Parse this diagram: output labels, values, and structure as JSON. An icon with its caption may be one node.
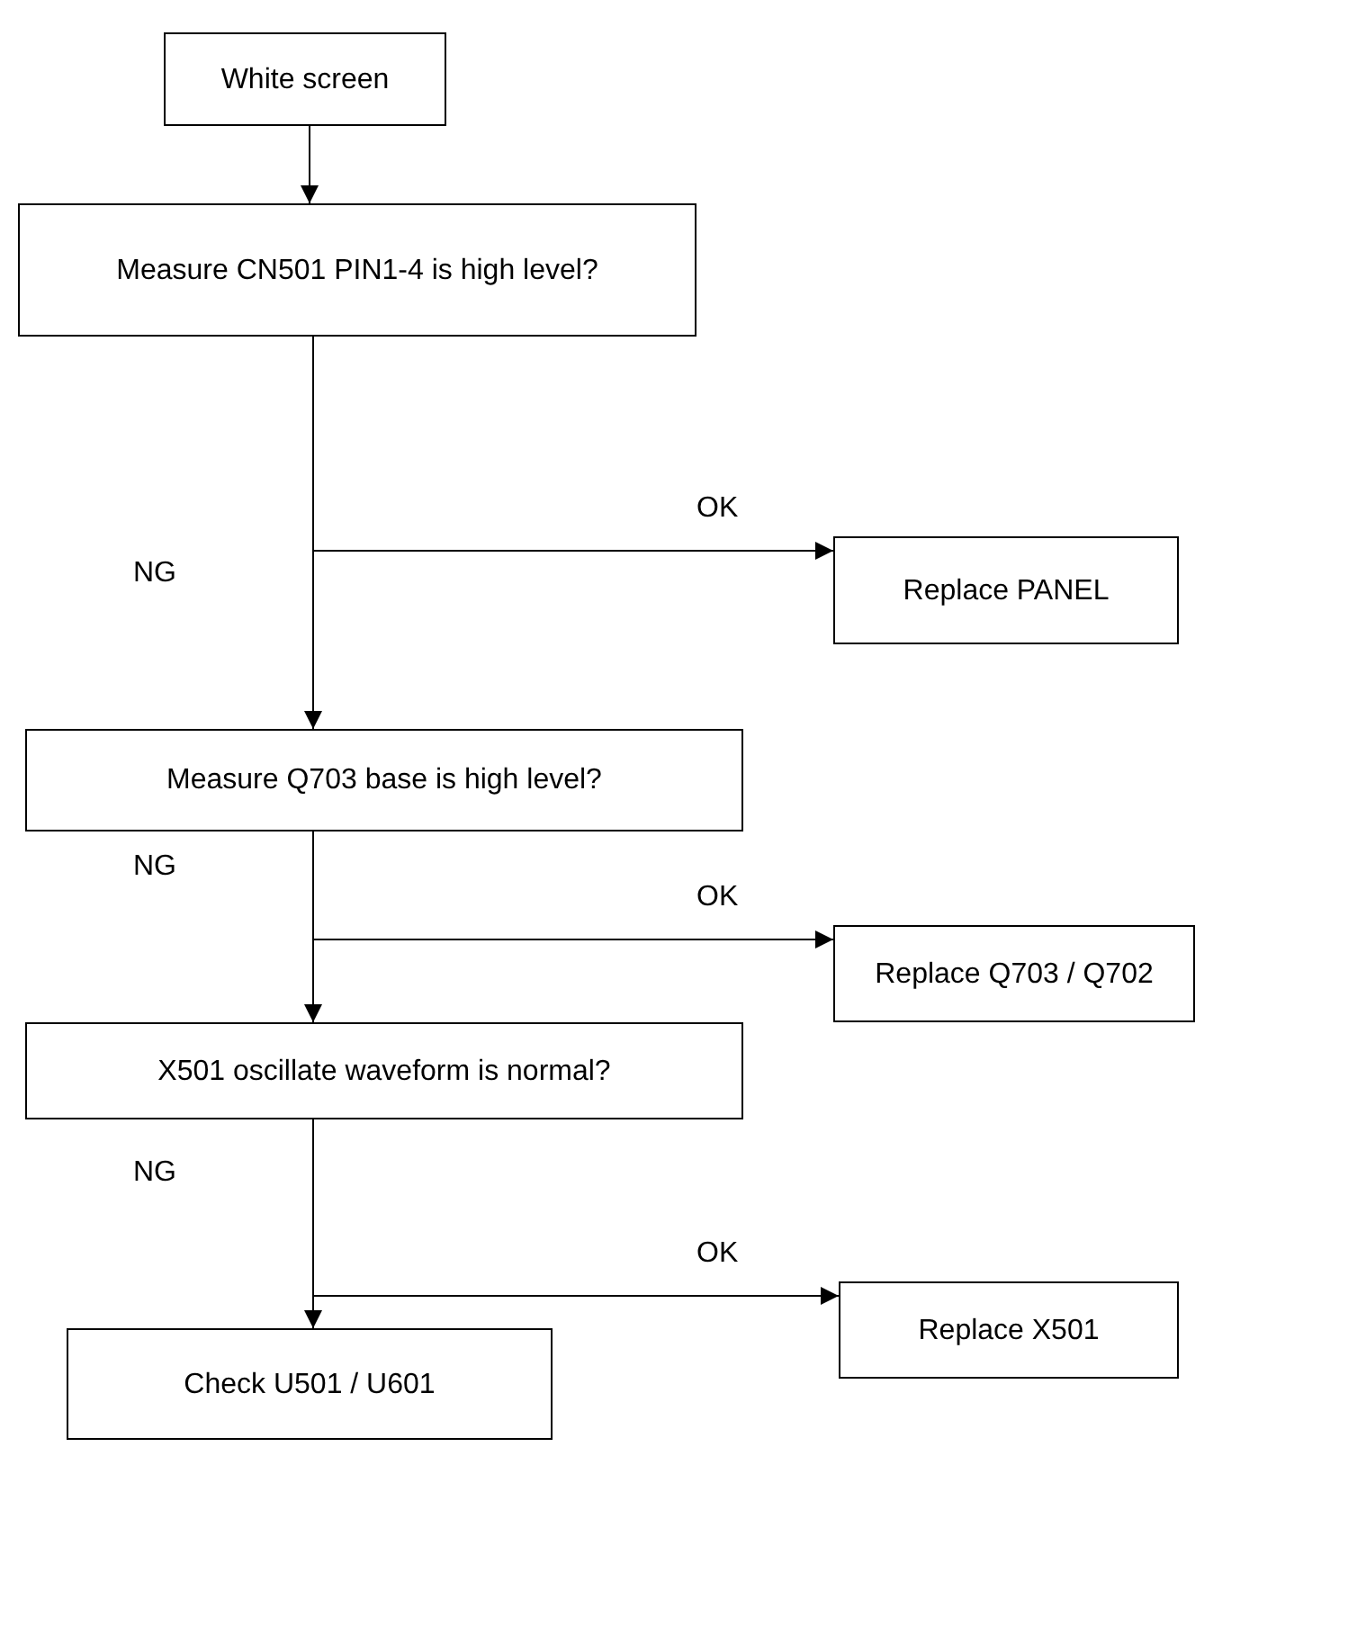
{
  "diagram": {
    "nodes": [
      {
        "text": [
          "White screen"
        ]
      },
      {
        "text": [
          "Measure CN501 PIN1-4 is high level?"
        ]
      },
      {
        "text": [
          "Replace PANEL"
        ]
      },
      {
        "text": [
          "Measure Q703 base is high level?"
        ]
      },
      {
        "text": [
          "Replace Q703 / Q702"
        ]
      },
      {
        "text": [
          "X501 oscillate waveform is normal?"
        ]
      },
      {
        "text": [
          "Replace X501"
        ]
      },
      {
        "text": [
          "Check U501 / U601"
        ]
      }
    ],
    "edges": [
      {
        "from": 0,
        "to": 1,
        "arrow": "to"
      },
      {
        "from": 1,
        "to": 3,
        "arrow": "to",
        "label": "NG"
      },
      {
        "from": 1,
        "to": 2,
        "arrow": "to",
        "label": "OK"
      },
      {
        "from": 3,
        "to": 5,
        "arrow": "to",
        "label": "NG"
      },
      {
        "from": 3,
        "to": 4,
        "arrow": "to",
        "label": "OK"
      },
      {
        "from": 5,
        "to": 7,
        "arrow": "to",
        "label": "NG"
      },
      {
        "from": 5,
        "to": 6,
        "arrow": "to",
        "label": "OK"
      }
    ]
  }
}
